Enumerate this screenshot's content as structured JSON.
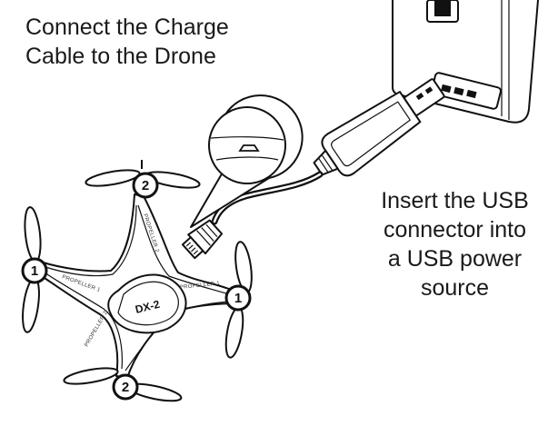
{
  "title": {
    "line1": "Connect the Charge",
    "line2": "Cable to the Drone"
  },
  "instruction": {
    "line1": "Insert the USB",
    "line2": "connector into",
    "line3": "a USB power",
    "line4": "source"
  },
  "drone": {
    "model_label": "DX-2",
    "arm_labels": {
      "top": "PROPELLER 2",
      "left": "PROPELLER 1",
      "right": "PROPELLER 1",
      "bottom": "PROPELLER 2"
    },
    "propeller_badges": {
      "top": "2",
      "left": "1",
      "right": "1",
      "bottom": "2"
    }
  }
}
